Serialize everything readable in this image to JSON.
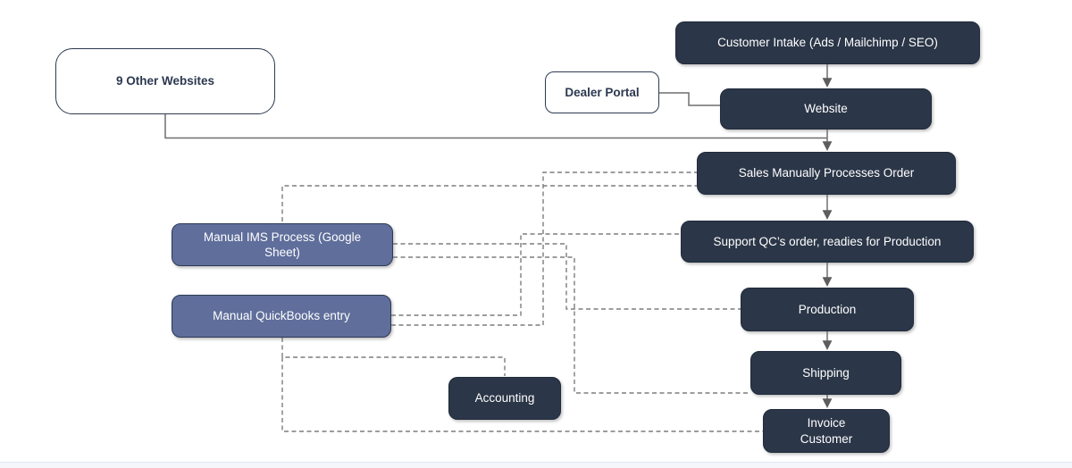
{
  "diagram": {
    "nodes": {
      "customer_intake": "Customer Intake (Ads / Mailchimp / SEO)",
      "website": "Website",
      "dealer_portal": "Dealer Portal",
      "other_websites": "9 Other Websites",
      "sales": "Sales Manually Processes Order",
      "support_qc": "Support QC’s order, readies for Production",
      "production": "Production",
      "shipping": "Shipping",
      "invoice_customer": "Invoice Customer",
      "manual_ims": "Manual IMS Process (Google Sheet)",
      "manual_quickbooks": "Manual QuickBooks entry",
      "accounting": "Accounting"
    },
    "palette": {
      "dark_node_fill": "#2b3648",
      "dark_node_border": "#202b3b",
      "slate_node_fill": "#5f6e9b",
      "slate_node_border": "#2d3a55",
      "outline_node_fill": "#ffffff",
      "outline_node_border": "#2e3a52",
      "outline_node_text": "#2c3850",
      "node_text": "#ffffff",
      "solid_connector": "#6f6f6f",
      "dashed_connector": "#7d7d7d",
      "arrowhead": "#5d5d5d",
      "page_background": "#ffffff",
      "bottom_edge_fill": "#f5f6fb"
    }
  }
}
